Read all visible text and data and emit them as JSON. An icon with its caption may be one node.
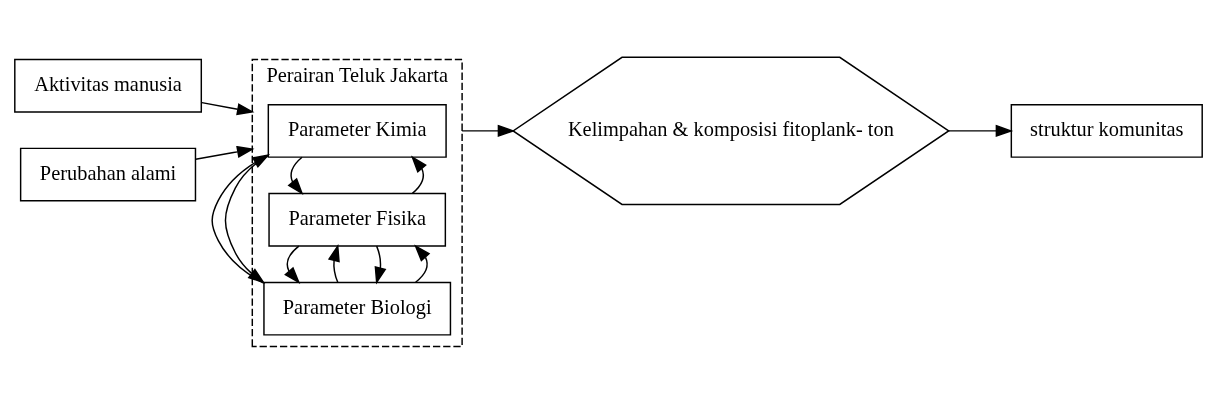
{
  "diagram": {
    "nodes": [
      {
        "text": [
          "Aktivitas manusia"
        ]
      },
      {
        "text": [
          "Perubahan alami"
        ]
      },
      {
        "text": [
          "Perairan Teluk Jakarta"
        ]
      },
      {
        "text": [
          "Parameter Fisika"
        ],
        "in": 2
      },
      {
        "text": [
          "Parameter Kimia"
        ],
        "in": 2
      },
      {
        "text": [
          "Parameter Biologi"
        ],
        "in": 2
      },
      {
        "text": [
          "Kelimpahan & komposisi fitoplank- ton"
        ]
      },
      {
        "text": [
          "struktur komunitas"
        ]
      }
    ],
    "edges": [
      {
        "from": 0,
        "to": 2,
        "arrow": "to"
      },
      {
        "from": 1,
        "to": 2,
        "arrow": "to"
      },
      {
        "from": 3,
        "to": 4,
        "arrow": "to"
      },
      {
        "from": 4,
        "to": 3,
        "arrow": "to"
      },
      {
        "from": 4,
        "to": 5,
        "arrow": "to"
      },
      {
        "from": 5,
        "to": 4,
        "arrow": "to"
      },
      {
        "from": 5,
        "to": 3,
        "arrow": "to"
      },
      {
        "from": 3,
        "to": 5,
        "arrow": "to"
      },
      {
        "from": 5,
        "to": 3,
        "arrow": "to"
      },
      {
        "from": 3,
        "to": 5,
        "arrow": "to"
      },
      {
        "from": 2,
        "to": 6,
        "arrow": "to"
      },
      {
        "from": 6,
        "to": 7,
        "arrow": "to"
      }
    ]
  }
}
